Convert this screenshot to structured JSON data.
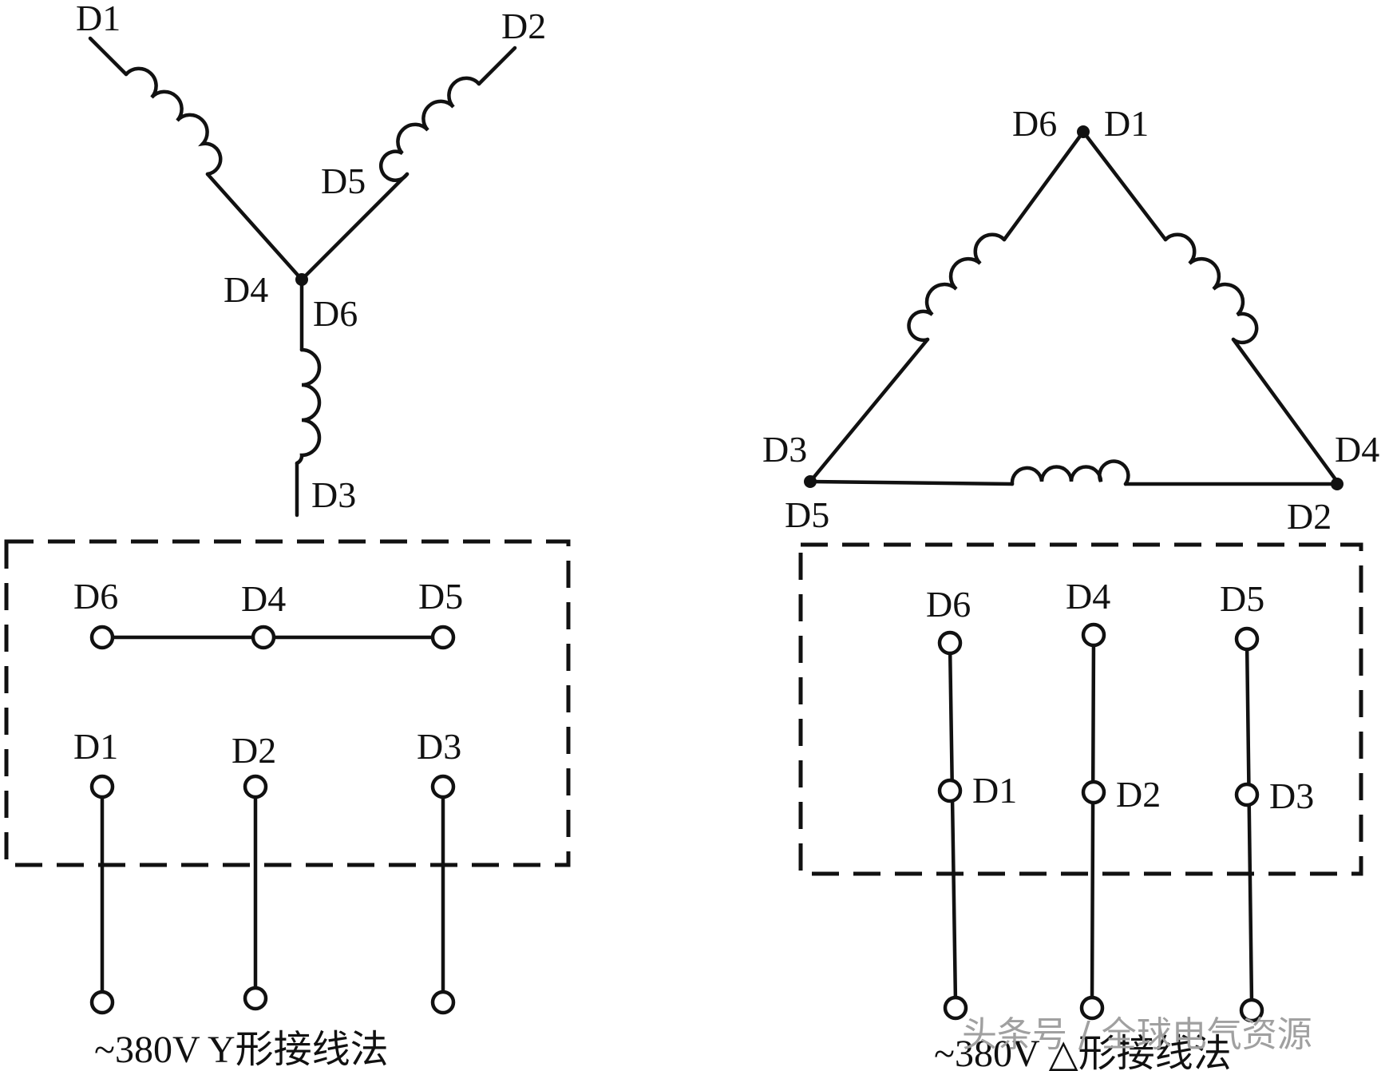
{
  "star_diagram": {
    "winding_labels": {
      "d1": "D1",
      "d2": "D2",
      "d5": "D5",
      "d4": "D4",
      "d6": "D6",
      "d3": "D3"
    },
    "terminal_box": {
      "top_row": [
        "D6",
        "D4",
        "D5"
      ],
      "bottom_row": [
        "D1",
        "D2",
        "D3"
      ]
    },
    "caption": "~380V Y形接线法"
  },
  "delta_diagram": {
    "winding_labels": {
      "top_left": "D6",
      "top_right": "D1",
      "left_upper": "D3",
      "left_lower": "D5",
      "right_upper": "D4",
      "right_lower": "D2"
    },
    "terminal_box": {
      "top_row": [
        "D6",
        "D4",
        "D5"
      ],
      "middle_row": [
        "D1",
        "D2",
        "D3"
      ]
    },
    "caption": "~380V △形接线法"
  },
  "watermark": "头条号 / 全球电气资源"
}
